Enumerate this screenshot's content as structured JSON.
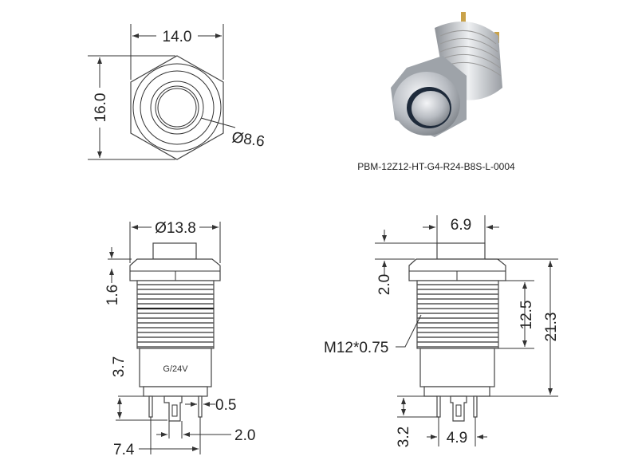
{
  "part_number": "PBM-12Z12-HT-G4-R24-B8S-L-0004",
  "top_view": {
    "width": "14.0",
    "height": "16.0",
    "diameter": "Ø8.6"
  },
  "front_view": {
    "diameter": "Ø13.8",
    "flange": "1.6",
    "body": "3.7",
    "pin_width": "0.5",
    "tab_width": "2.0",
    "pin_spacing": "7.4",
    "body_label": "G/24V"
  },
  "side_view": {
    "button_width": "6.9",
    "flange": "2.0",
    "thread_length": "12.5",
    "total_length": "21.3",
    "thread_spec": "M12*0.75",
    "pin_length": "3.2",
    "pin_spacing": "4.9"
  },
  "colors": {
    "line": "#333333",
    "metal": "#b8bcc2",
    "led_ring": "#1e2a3a"
  }
}
